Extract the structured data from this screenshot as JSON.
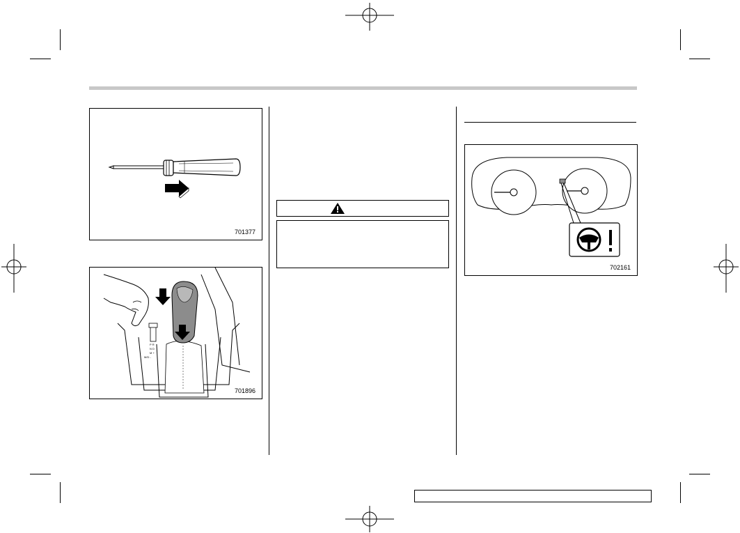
{
  "figures": {
    "screwdriver": {
      "number": "701377"
    },
    "shift_lever": {
      "number": "701896"
    },
    "instrument_cluster": {
      "number": "702161"
    }
  },
  "warning": {
    "icon": "warning-triangle-icon"
  },
  "colors": {
    "header_bar": "#c8c8c8",
    "lever_gray": "#8c8c8c"
  }
}
